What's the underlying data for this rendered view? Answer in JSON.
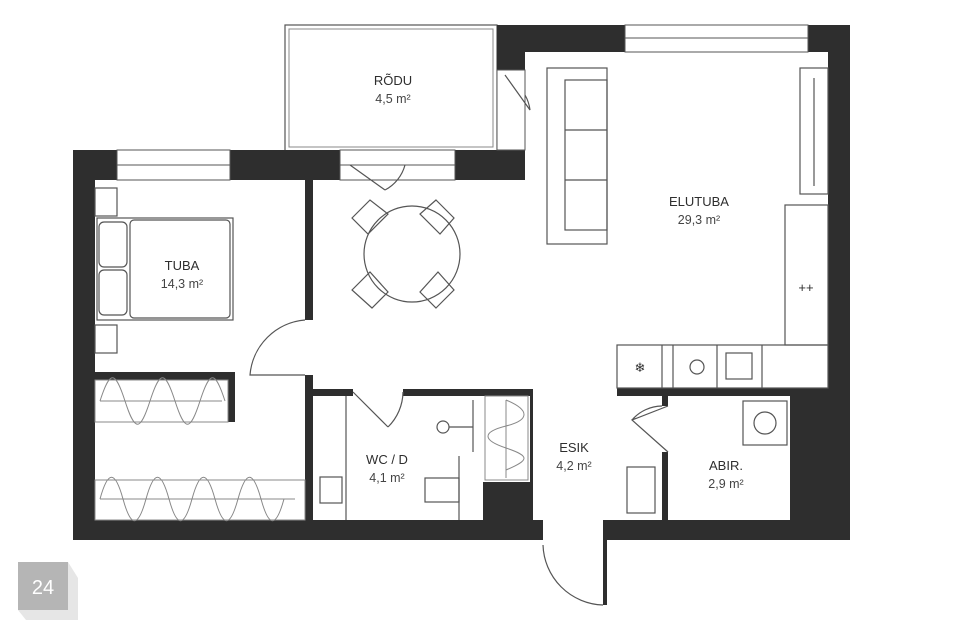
{
  "rooms": {
    "balcony": {
      "name": "RÕDU",
      "area": "4,5 m²"
    },
    "living": {
      "name": "ELUTUBA",
      "area": "29,3 m²"
    },
    "bedroom": {
      "name": "TUBA",
      "area": "14,3 m²"
    },
    "bathroom": {
      "name": "WC / D",
      "area": "4,1 m²"
    },
    "hall": {
      "name": "ESIK",
      "area": "4,2 m²"
    },
    "utility": {
      "name": "ABIR.",
      "area": "2,9 m²"
    }
  },
  "unit_badge": "24",
  "colors": {
    "wall": "#2e2e2e",
    "badge": "#b5b5b5"
  }
}
